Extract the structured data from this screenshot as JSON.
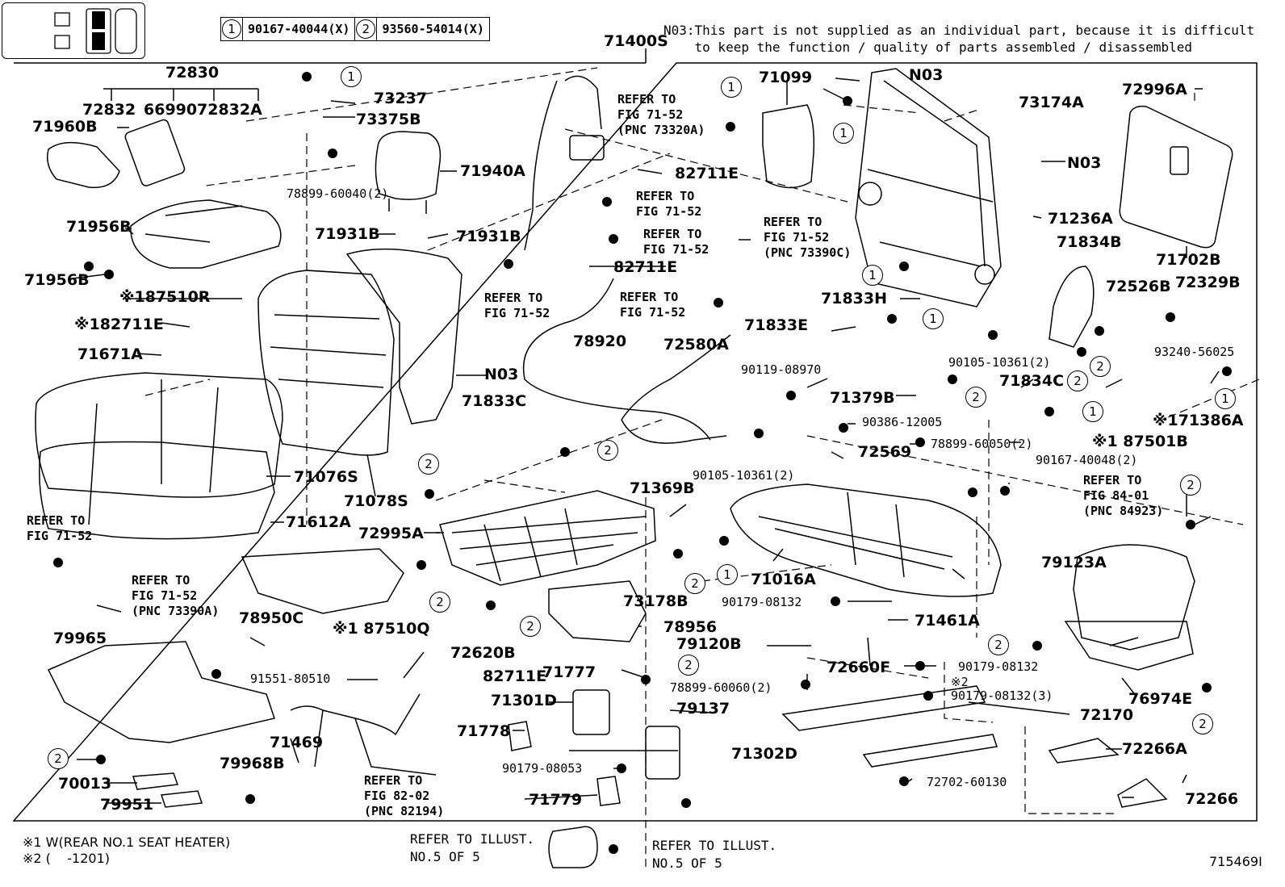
{
  "legend": {
    "item1": {
      "num": "1",
      "part": "90167-40044(X)"
    },
    "item2": {
      "num": "2",
      "part": "93560-54014(X)"
    }
  },
  "assembly_code": "71400S",
  "note_n03": "N03:This part is not supplied as an individual part, because it is difficult\n    to keep the function / quality of parts assembled / disassembled",
  "labels": {
    "l72830": "72830",
    "l72832": "72832",
    "l66990": "66990",
    "l72832A": "72832A",
    "l71960B": "71960B",
    "l73237": "73237",
    "l73375B": "73375B",
    "l78899_60040": "78899-60040(2)",
    "l71940A": "71940A",
    "l71931B_a": "71931B",
    "l71931B_b": "71931B",
    "l71956B_a": "71956B",
    "l71956B_b": "71956B",
    "l187510R": "※187510R",
    "l182711E": "※182711E",
    "l71671A": "71671A",
    "l71076S": "71076S",
    "l71078S": "71078S",
    "l71612A": "71612A",
    "lN03_a": "N03",
    "l82711E_a": "82711E",
    "l82711E_b": "82711E",
    "l78920": "78920",
    "l72580A": "72580A",
    "l71833C": "71833C",
    "l71099": "71099",
    "lN03_b": "N03",
    "l73174A": "73174A",
    "lN03_c": "N03",
    "l71236A": "71236A",
    "l72996A": "72996A",
    "l71702B": "71702B",
    "l71834B": "71834B",
    "l72526B": "72526B",
    "l72329B": "72329B",
    "l71833H": "71833H",
    "l71833E": "71833E",
    "l90105_a": "90105-10361(2)",
    "l93240": "93240-56025",
    "l90119": "90119-08970",
    "l71379B": "71379B",
    "l71834C": "71834C",
    "l171386A": "※171386A",
    "l90386": "90386-12005",
    "l78899_60050": "78899-60050(2)",
    "l187501B": "※1 87501B",
    "l72569": "72569",
    "l90105_b": "90105-10361(2)",
    "l90167_40048": "90167-40048(2)",
    "l72995A": "72995A",
    "l71369B": "71369B",
    "l71016A": "71016A",
    "l73178B": "73178B",
    "l79123A": "79123A",
    "l90179_a": "90179-08132",
    "l71461A": "71461A",
    "l78956": "78956",
    "l79120B": "79120B",
    "l72660F": "72660F",
    "l78950C": "78950C",
    "l187510Q": "※1 87510Q",
    "l72620B": "72620B",
    "l79965": "79965",
    "l91551": "91551-80510",
    "l82711E_c": "82711E",
    "l71777": "71777",
    "l78899_60060": "78899-60060(2)",
    "l90179_b": "90179-08132",
    "l2mark": "※2",
    "l90179_c": "90179-08132(3)",
    "l72170": "72170",
    "l76974E": "76974E",
    "l71301D": "71301D",
    "l79137": "79137",
    "l71778": "71778",
    "l71469": "71469",
    "l79968B": "79968B",
    "l70013": "70013",
    "l79951": "79951",
    "l90179_08053": "90179-08053",
    "l71302D": "71302D",
    "l71779": "71779",
    "l72266A": "72266A",
    "l72702": "72702-60130",
    "l72266": "72266"
  },
  "refs": {
    "r1": "REFER TO\nFIG 71-52\n(PNC 73320A)",
    "r2": "REFER TO\nFIG 71-52",
    "r3": "REFER TO\nFIG 71-52",
    "r4": "REFER TO\nFIG 71-52\n(PNC 73390C)",
    "r5": "REFER TO\nFIG 71-52",
    "r6": "REFER TO\nFIG 71-52",
    "r7": "REFER TO\nFIG 71-52",
    "r8": "REFER TO\nFIG 71-52\n(PNC 73390A)",
    "r9": "REFER TO\nFIG 84-01\n(PNC 84923)",
    "r10": "REFER TO\nFIG 82-02\n(PNC 82194)"
  },
  "footer": {
    "note1": "※1 W(REAR NO.1 SEAT HEATER)",
    "note2": "※2 (    -1201)",
    "illust1": "REFER TO ILLUST.\nNO.5 OF 5",
    "illust2": "REFER TO ILLUST.\nNO.5 OF 5",
    "fig_id": "715469I"
  },
  "circles": {
    "one": "1",
    "two": "2"
  }
}
